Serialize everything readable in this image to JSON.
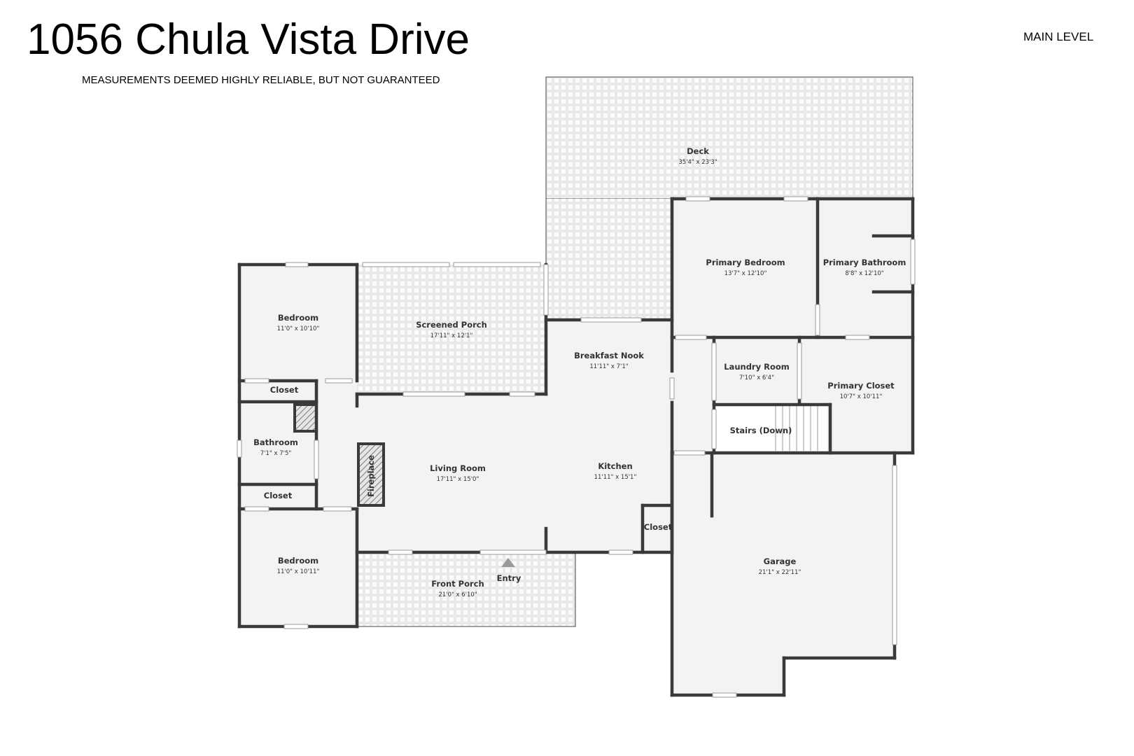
{
  "header": {
    "address": "1056 Chula Vista Drive",
    "disclaimer": "MEASUREMENTS DEEMED HIGHLY RELIABLE, BUT NOT GUARANTEED",
    "level": "MAIN LEVEL"
  },
  "rooms": {
    "deck": {
      "name": "Deck",
      "dim": "35'4\" x 23'3\""
    },
    "primary_bedroom": {
      "name": "Primary Bedroom",
      "dim": "13'7\" x 12'10\""
    },
    "primary_bathroom": {
      "name": "Primary Bathroom",
      "dim": "8'8\" x 12'10\""
    },
    "bedroom_1": {
      "name": "Bedroom",
      "dim": "11'0\" x 10'10\""
    },
    "screened_porch": {
      "name": "Screened Porch",
      "dim": "17'11\" x 12'1\""
    },
    "breakfast_nook": {
      "name": "Breakfast Nook",
      "dim": "11'11\" x 7'1\""
    },
    "laundry_room": {
      "name": "Laundry Room",
      "dim": "7'10\" x 6'4\""
    },
    "primary_closet": {
      "name": "Primary Closet",
      "dim": "10'7\" x 10'11\""
    },
    "closet_1": {
      "name": "Closet"
    },
    "stairs": {
      "name": "Stairs (Down)"
    },
    "bathroom": {
      "name": "Bathroom",
      "dim": "7'1\" x 7'5\""
    },
    "living_room": {
      "name": "Living Room",
      "dim": "17'11\" x 15'0\""
    },
    "kitchen": {
      "name": "Kitchen",
      "dim": "11'11\" x 15'1\""
    },
    "fireplace": {
      "name": "Fireplace"
    },
    "closet_2": {
      "name": "Closet"
    },
    "closet_3": {
      "name": "Closet"
    },
    "bedroom_2": {
      "name": "Bedroom",
      "dim": "11'0\" x 10'11\""
    },
    "garage": {
      "name": "Garage",
      "dim": "21'1\" x 22'11\""
    },
    "front_porch": {
      "name": "Front Porch",
      "dim": "21'0\" x 6'10\""
    },
    "entry": {
      "name": "Entry"
    }
  },
  "colors": {
    "wall": "#3a3a3a",
    "floor": "#f3f3f3",
    "outdoor_tile": "#e9e9e9"
  }
}
